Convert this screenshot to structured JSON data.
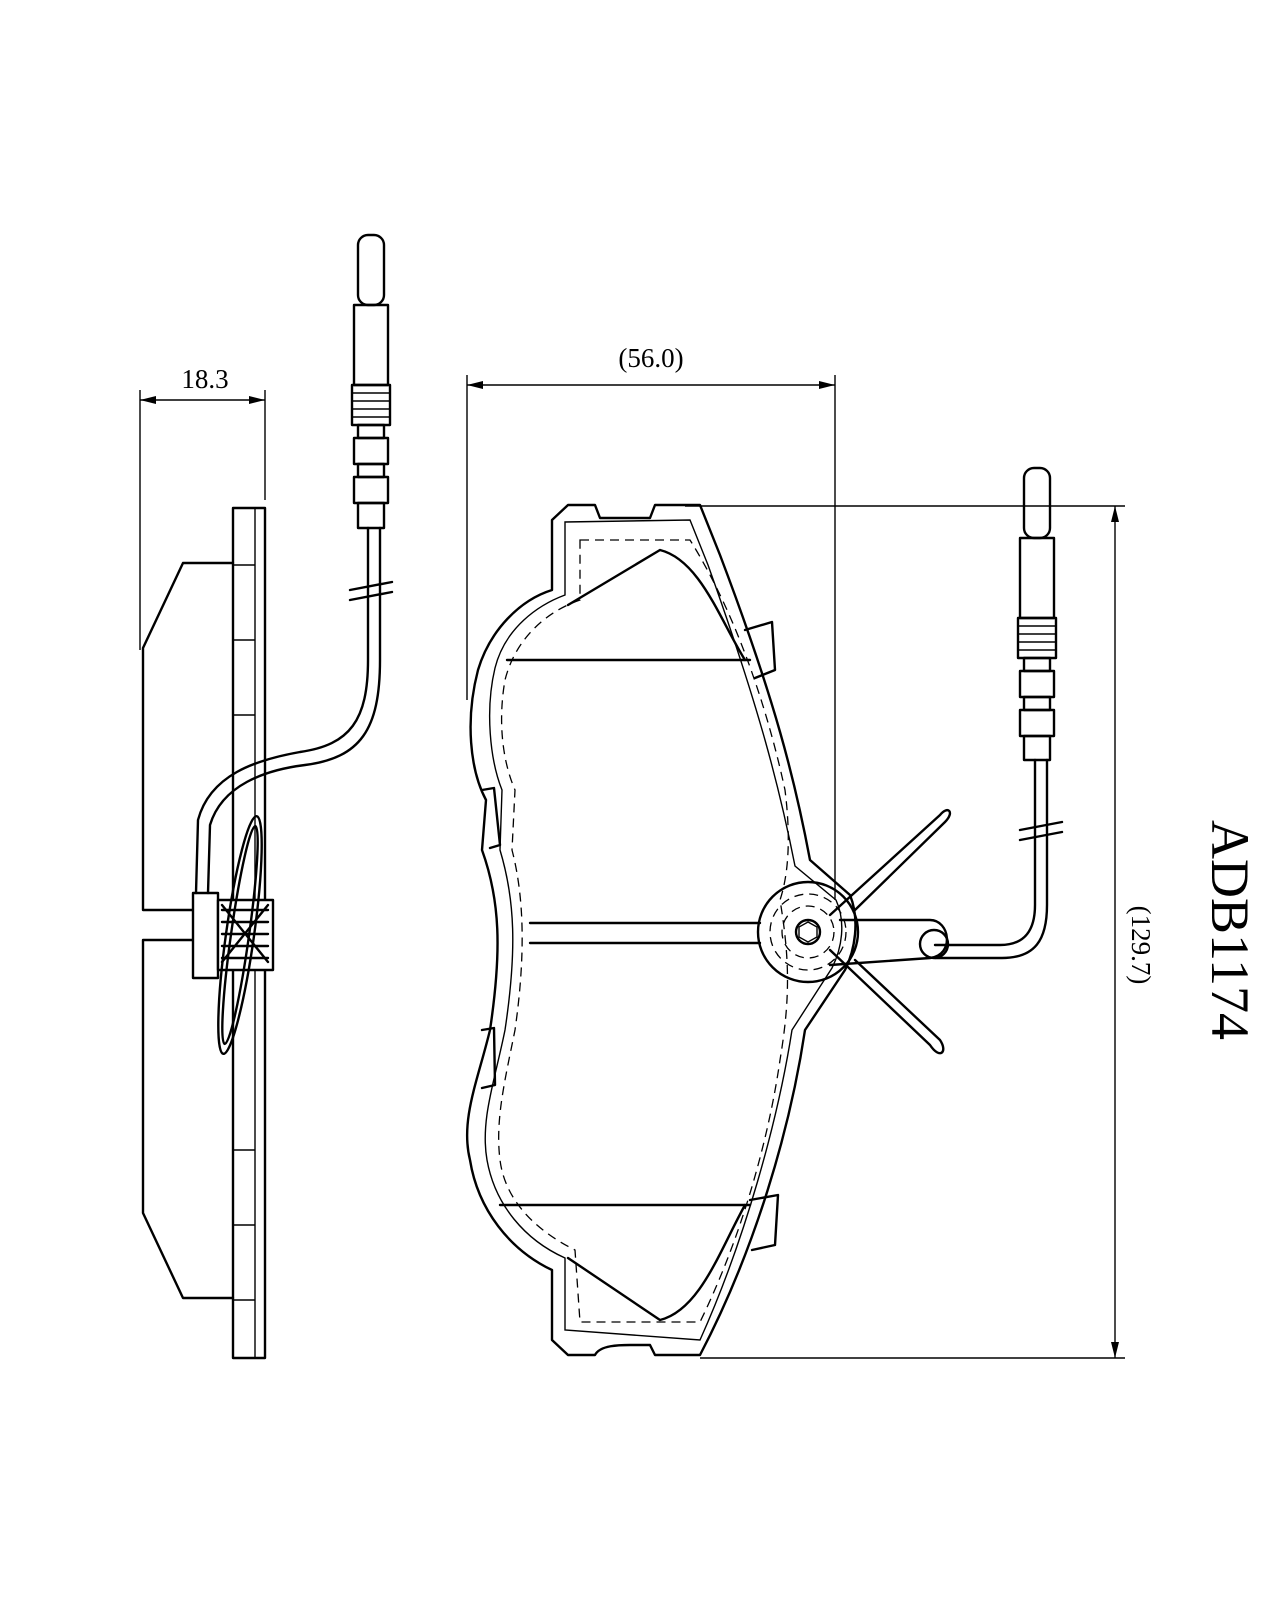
{
  "drawing": {
    "part_number": "ADB1174",
    "dimensions": {
      "thickness": "18.3",
      "width": "(56.0)",
      "height": "(129.7)"
    }
  }
}
